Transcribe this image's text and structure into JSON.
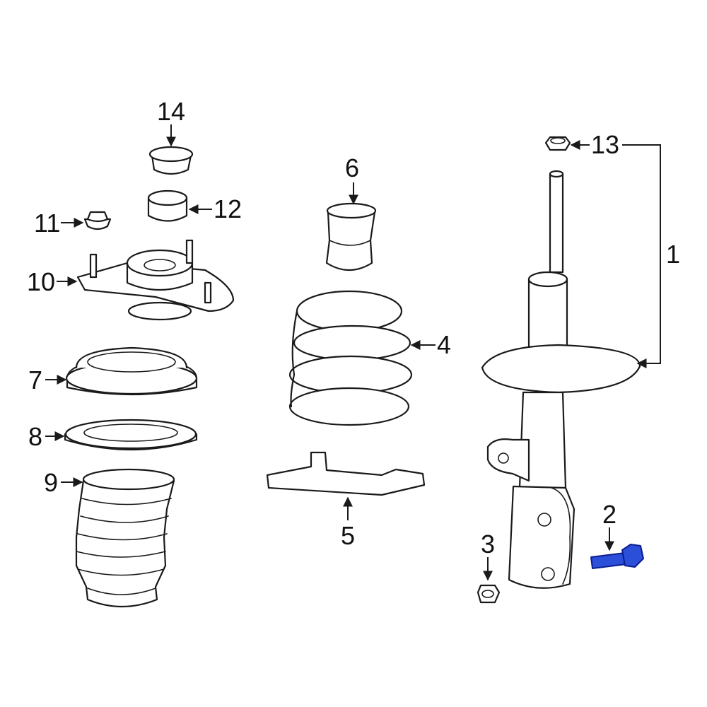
{
  "highlight_color": "#2b4fd9",
  "line_color": "#1a1a1a",
  "callouts": [
    {
      "id": "1",
      "label": "1"
    },
    {
      "id": "2",
      "label": "2"
    },
    {
      "id": "3",
      "label": "3"
    },
    {
      "id": "4",
      "label": "4"
    },
    {
      "id": "5",
      "label": "5"
    },
    {
      "id": "6",
      "label": "6"
    },
    {
      "id": "7",
      "label": "7"
    },
    {
      "id": "8",
      "label": "8"
    },
    {
      "id": "9",
      "label": "9"
    },
    {
      "id": "10",
      "label": "10"
    },
    {
      "id": "11",
      "label": "11"
    },
    {
      "id": "12",
      "label": "12"
    },
    {
      "id": "13",
      "label": "13"
    },
    {
      "id": "14",
      "label": "14"
    }
  ],
  "highlighted_part": "2"
}
